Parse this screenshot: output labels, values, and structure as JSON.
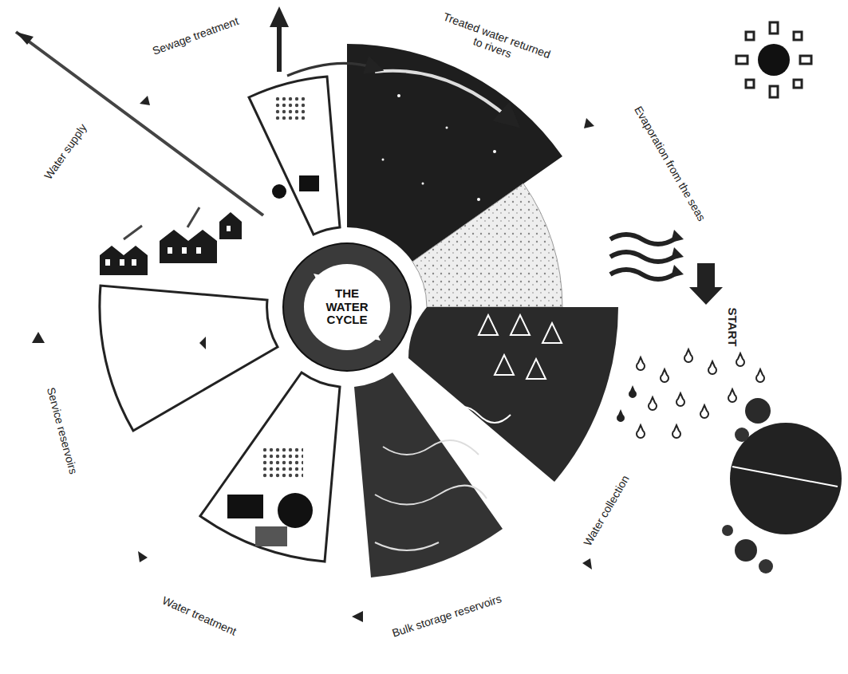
{
  "diagram": {
    "nodes": [
      {
        "text": [
          "THE WATER CYCLE"
        ]
      }
    ],
    "labels": [
      "Water collection",
      "Bulk storage reservoirs",
      "Water treatment",
      "Service reservoirs",
      "Water supply",
      "Sewage treatment",
      "Treated water returned to rivers",
      "Evaporation from the seas",
      "START"
    ]
  }
}
